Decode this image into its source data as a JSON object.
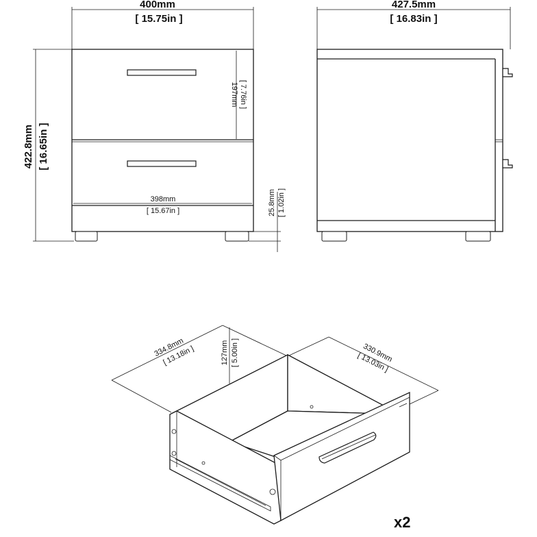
{
  "front_view": {
    "width_mm": "400mm",
    "width_in": "15.75in",
    "height_mm": "422.8mm",
    "height_in": "16.65in",
    "drawer_height_mm": "197mm",
    "drawer_height_in": "7.76in",
    "inner_width_mm": "398mm",
    "inner_width_in": "15.67in",
    "foot_height_mm": "25.8mm",
    "foot_height_in": "1.02in"
  },
  "side_view": {
    "depth_mm": "427.5mm",
    "depth_in": "16.83in"
  },
  "drawer_detail": {
    "width_mm": "334.8mm",
    "width_in": "13.18in",
    "height_mm": "127mm",
    "height_in": "5.00in",
    "depth_mm": "330.9mm",
    "depth_in": "13.03in",
    "quantity": "x2"
  }
}
